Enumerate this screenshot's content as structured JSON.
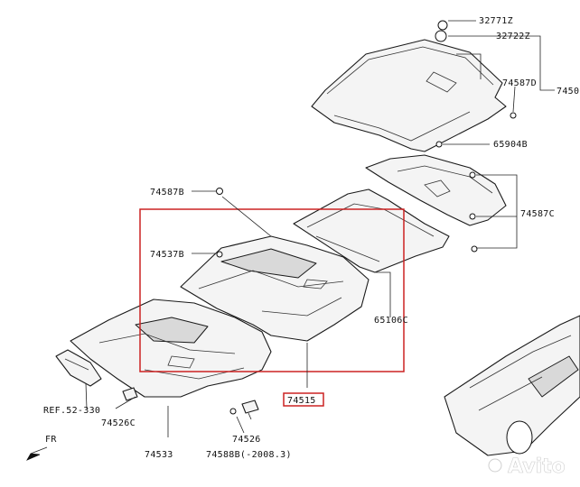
{
  "labels": {
    "l32771z": "32771Z",
    "l32722z": "32722Z",
    "l74587d": "74587D",
    "l7450x": "7450",
    "l65904b": "65904B",
    "l74587c": "74587C",
    "l74587b": "74587B",
    "l74537b": "74537B",
    "l65106c": "65106C",
    "l74515": "74515",
    "ref": "REF.52-330",
    "l74526c": "74526C",
    "l74526": "74526",
    "l74533": "74533",
    "l74588b": "74588B(-2008.3)",
    "fr": "FR"
  },
  "watermark": "Avito",
  "colors": {
    "highlight": "#cc2222",
    "line": "#1a1a1a",
    "background": "#ffffff"
  }
}
